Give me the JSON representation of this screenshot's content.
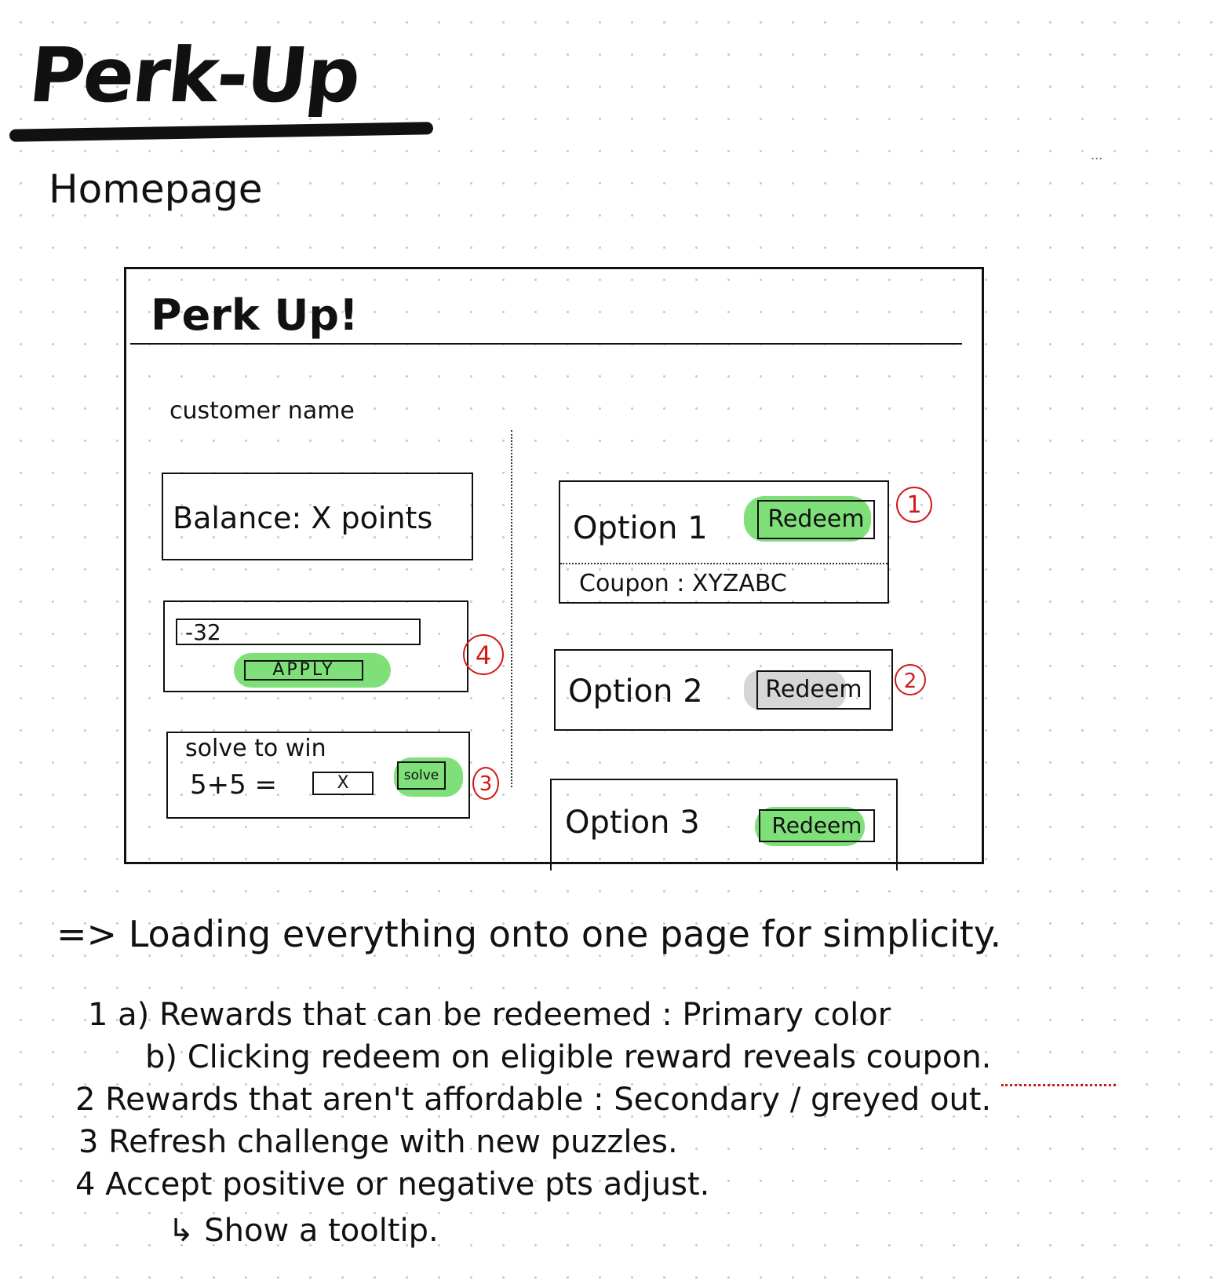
{
  "sketch": {
    "title": "Perk-Up",
    "subtitle": "Homepage",
    "ellipsis": "..."
  },
  "mockup": {
    "app_title": "Perk Up!",
    "customer_name": "customer name",
    "balance": "Balance: X points",
    "adjust": {
      "input_value": "-32",
      "apply_label": "APPLY"
    },
    "challenge": {
      "label": "solve to win",
      "equation": "5+5 =",
      "answer": "X",
      "solve_label": "solve"
    },
    "options": [
      {
        "label": "Option 1",
        "redeem_label": "Redeem",
        "coupon": "Coupon : XYZABC",
        "state": "eligible"
      },
      {
        "label": "Option 2",
        "redeem_label": "Redeem",
        "state": "greyed"
      },
      {
        "label": "Option 3",
        "redeem_label": "Redeem",
        "state": "eligible"
      }
    ]
  },
  "markers": [
    "1",
    "2",
    "3",
    "4"
  ],
  "notes": {
    "main": "=> Loading everything onto one page for simplicity.",
    "items": [
      "1 a) Rewards that can be redeemed : Primary color",
      "b) Clicking redeem on eligible reward reveals coupon.",
      "2 Rewards that aren't affordable : Secondary / greyed out.",
      "3 Refresh challenge with new puzzles.",
      "4 Accept positive or negative pts adjust.",
      "↳ Show a tooltip."
    ]
  },
  "colors": {
    "highlight_primary": "#7fe07a",
    "highlight_secondary": "#d6d6d6",
    "annotation_red": "#d01919",
    "ink": "#111111"
  }
}
